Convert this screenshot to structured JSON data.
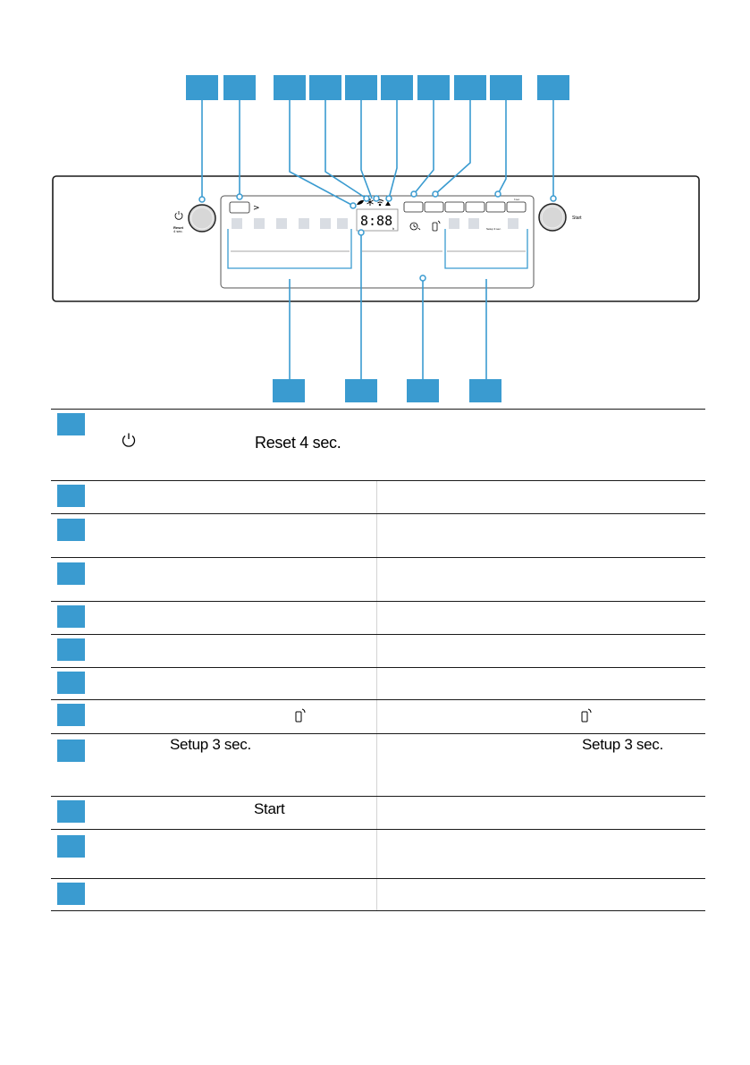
{
  "panel": {
    "reset_label_line1": "Reset",
    "reset_label_line2": "4 sec.",
    "start_label": "Start",
    "display_digits": "8:88",
    "display_unit": "h",
    "chevron": ">",
    "setup_label": "Setup 3 sec.",
    "tiny_label": "3 sec."
  },
  "icons": {
    "power": "power-icon",
    "connect": "remote-connect-icon",
    "timer": "timer-icon",
    "wifi": "wifi-icon",
    "snowflake": "snowflake-icon",
    "leaf": "leaf-icon",
    "tap": "tap-icon"
  },
  "colors": {
    "callout_blue": "#3a9bd0",
    "line": "#1a1a1a",
    "panel_gray": "#c9ccd0"
  },
  "table": {
    "row1_label": "Reset 4 sec.",
    "row8_note": "",
    "row9_left": "Setup 3 sec.",
    "row9_right": "Setup 3 sec.",
    "row10_label": "Start"
  }
}
